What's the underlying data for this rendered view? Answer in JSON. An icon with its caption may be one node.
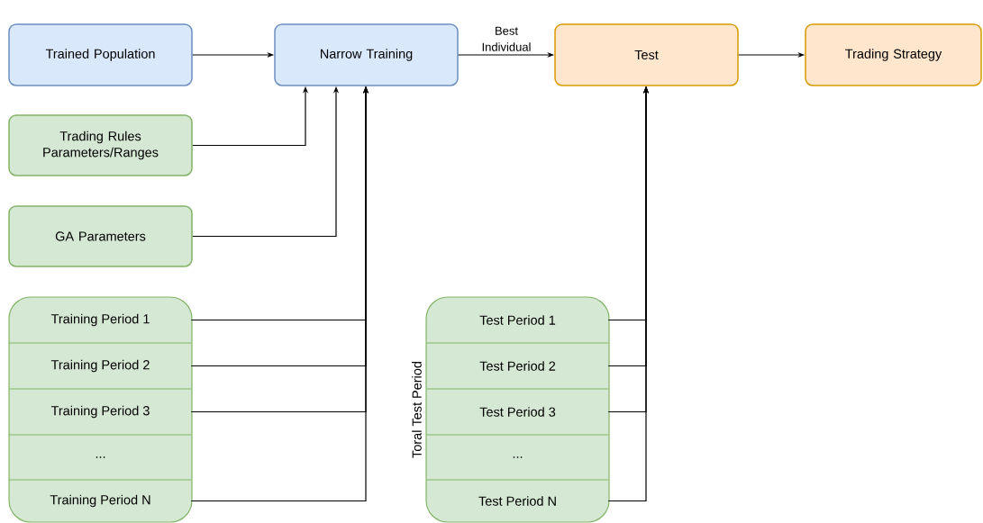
{
  "diagram": {
    "nodes": [
      {
        "text": [
          "Trained Population"
        ]
      },
      {
        "text": [
          "Narrow Training"
        ]
      },
      {
        "text": [
          "Test"
        ]
      },
      {
        "text": [
          "Trading Strategy"
        ]
      },
      {
        "text": [
          "Trading Rules Parameters/Ranges"
        ]
      },
      {
        "text": [
          "GA Parameters"
        ]
      },
      {
        "text": [],
        "shape": "box"
      },
      {
        "text": [
          "Training Period 1"
        ],
        "in": 6
      },
      {
        "text": [
          "Training Period 2"
        ],
        "in": 6
      },
      {
        "text": [
          "Training Period 3"
        ],
        "in": 6
      },
      {
        "text": [
          "..."
        ],
        "in": 6
      },
      {
        "text": [
          "Training Period N"
        ],
        "in": 6
      },
      {
        "text": [
          "Toral Test Period"
        ]
      },
      {
        "text": [
          "Test Period 1"
        ],
        "in": 12
      },
      {
        "text": [
          "Test Period 2"
        ],
        "in": 12
      },
      {
        "text": [
          "Test Period 3"
        ],
        "in": 12
      },
      {
        "text": [
          "..."
        ],
        "in": 12
      },
      {
        "text": [
          "Test Period N"
        ],
        "in": 12
      }
    ],
    "edges": [
      {
        "from": 0,
        "to": 1,
        "arrow": "to"
      },
      {
        "from": 1,
        "to": 2,
        "arrow": "to",
        "label": "Best Individual"
      },
      {
        "from": 2,
        "to": 3,
        "arrow": "to"
      },
      {
        "from": 4,
        "to": 1,
        "arrow": "to"
      },
      {
        "from": 5,
        "to": 1,
        "arrow": "to"
      },
      {
        "from": 7,
        "to": 1,
        "arrow": "to"
      },
      {
        "from": 8,
        "to": 1,
        "arrow": "to"
      },
      {
        "from": 9,
        "to": 1,
        "arrow": "to"
      },
      {
        "from": 11,
        "to": 1,
        "arrow": "to"
      },
      {
        "from": 13,
        "to": 2,
        "arrow": "to"
      },
      {
        "from": 14,
        "to": 2,
        "arrow": "to"
      },
      {
        "from": 15,
        "to": 2,
        "arrow": "to"
      },
      {
        "from": 17,
        "to": 2,
        "arrow": "to"
      }
    ]
  }
}
